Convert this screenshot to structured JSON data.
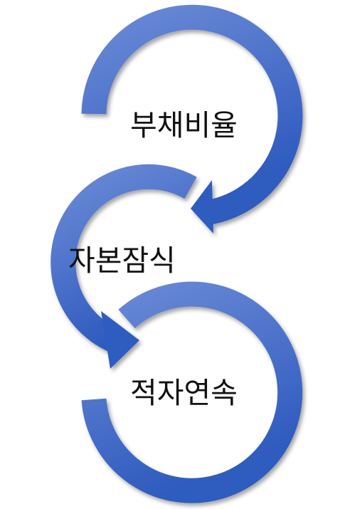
{
  "diagram": {
    "steps": [
      {
        "label": "부채비율"
      },
      {
        "label": "자본잠식"
      },
      {
        "label": "적자연속"
      }
    ],
    "colors": {
      "arrow_light": "#6b8ad6",
      "arrow_dark": "#2f5bbf",
      "text": "#111111",
      "background": "#ffffff"
    }
  }
}
